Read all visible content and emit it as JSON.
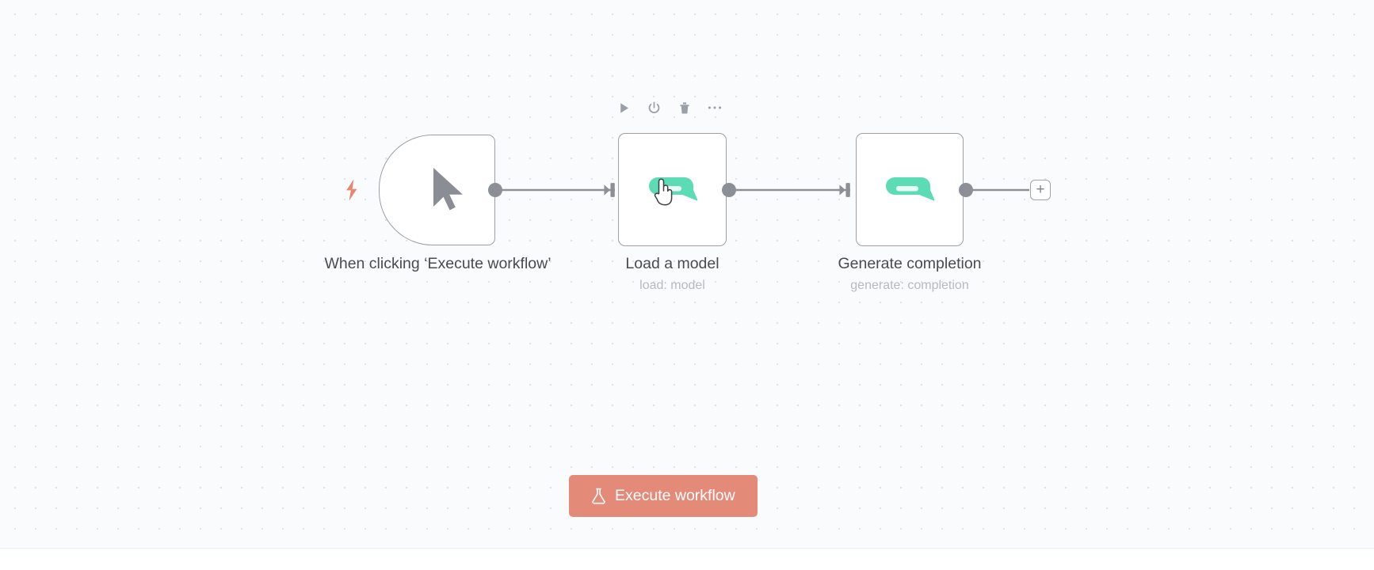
{
  "canvas": {
    "background_color": "#fafbfc",
    "dot_color": "#e0e2e8",
    "grid_spacing": 26
  },
  "colors": {
    "accent_coral": "#e48a78",
    "node_icon_teal": "#5cdcb4",
    "node_border": "#9c9fa6",
    "connector_gray": "#8c9096",
    "title_text": "#4a4a4f",
    "subtitle_text": "#b6b9bf"
  },
  "node_toolbar": {
    "items": [
      {
        "name": "execute-step-button",
        "icon": "play-icon",
        "label": "Execute step"
      },
      {
        "name": "deactivate-button",
        "icon": "power-icon",
        "label": "Deactivate"
      },
      {
        "name": "delete-button",
        "icon": "trash-icon",
        "label": "Delete"
      },
      {
        "name": "more-options-button",
        "icon": "ellipsis-icon",
        "label": "⋯"
      }
    ]
  },
  "nodes": [
    {
      "id": "trigger",
      "title": "When clicking ‘Execute workflow’",
      "subtitle": "",
      "icon": "mouse-pointer-icon",
      "type": "trigger",
      "has_input": false,
      "has_output": true,
      "trigger_badge": "lightning-bolt-icon"
    },
    {
      "id": "load-model",
      "title": "Load a model",
      "subtitle": "load: model",
      "icon": "chat-bubble-icon",
      "type": "regular",
      "has_input": true,
      "has_output": true,
      "trigger_badge": ""
    },
    {
      "id": "generate-completion",
      "title": "Generate completion",
      "subtitle": "generate: completion",
      "icon": "chat-bubble-icon",
      "type": "regular",
      "has_input": true,
      "has_output": true,
      "trigger_badge": ""
    }
  ],
  "add_node_button": {
    "label": "+"
  },
  "execute_workflow_button": {
    "label": "Execute workflow",
    "icon": "flask-icon",
    "color": "#e48a78"
  },
  "cursor": {
    "type": "pointing-hand-cursor",
    "over_node": "load-model"
  }
}
